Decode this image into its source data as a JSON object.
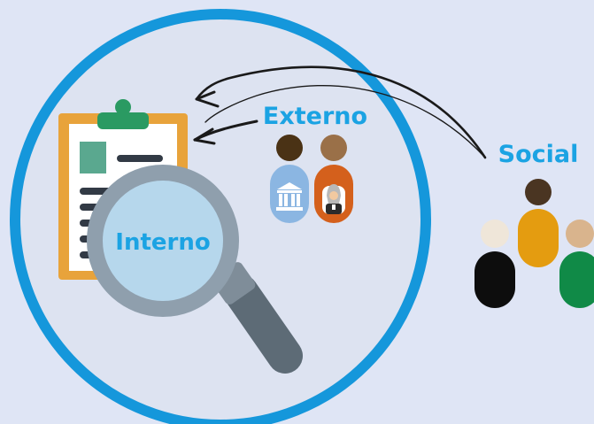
{
  "labels": {
    "internal": "Interno",
    "external": "Externo",
    "social": "Social"
  },
  "colors": {
    "background": "#dfe5f5",
    "accent_blue": "#1ba3e3",
    "ring": "#1597db",
    "inner_circle": "#dde3f1",
    "clipboard_frame": "#e8a33b",
    "clipboard_paper": "#ffffff",
    "clip": "#2a9a62",
    "note_square": "#5aa88f",
    "text_lines": "#323a45",
    "lens_ring": "#8f9fad",
    "lens_glass": "#b6d7ec",
    "handle": "#5d6b76",
    "arrows": "#1a1a1a"
  },
  "icons": [
    "clipboard-icon",
    "magnifier-icon",
    "government-building-icon",
    "judge-icon",
    "people-group-icon"
  ]
}
